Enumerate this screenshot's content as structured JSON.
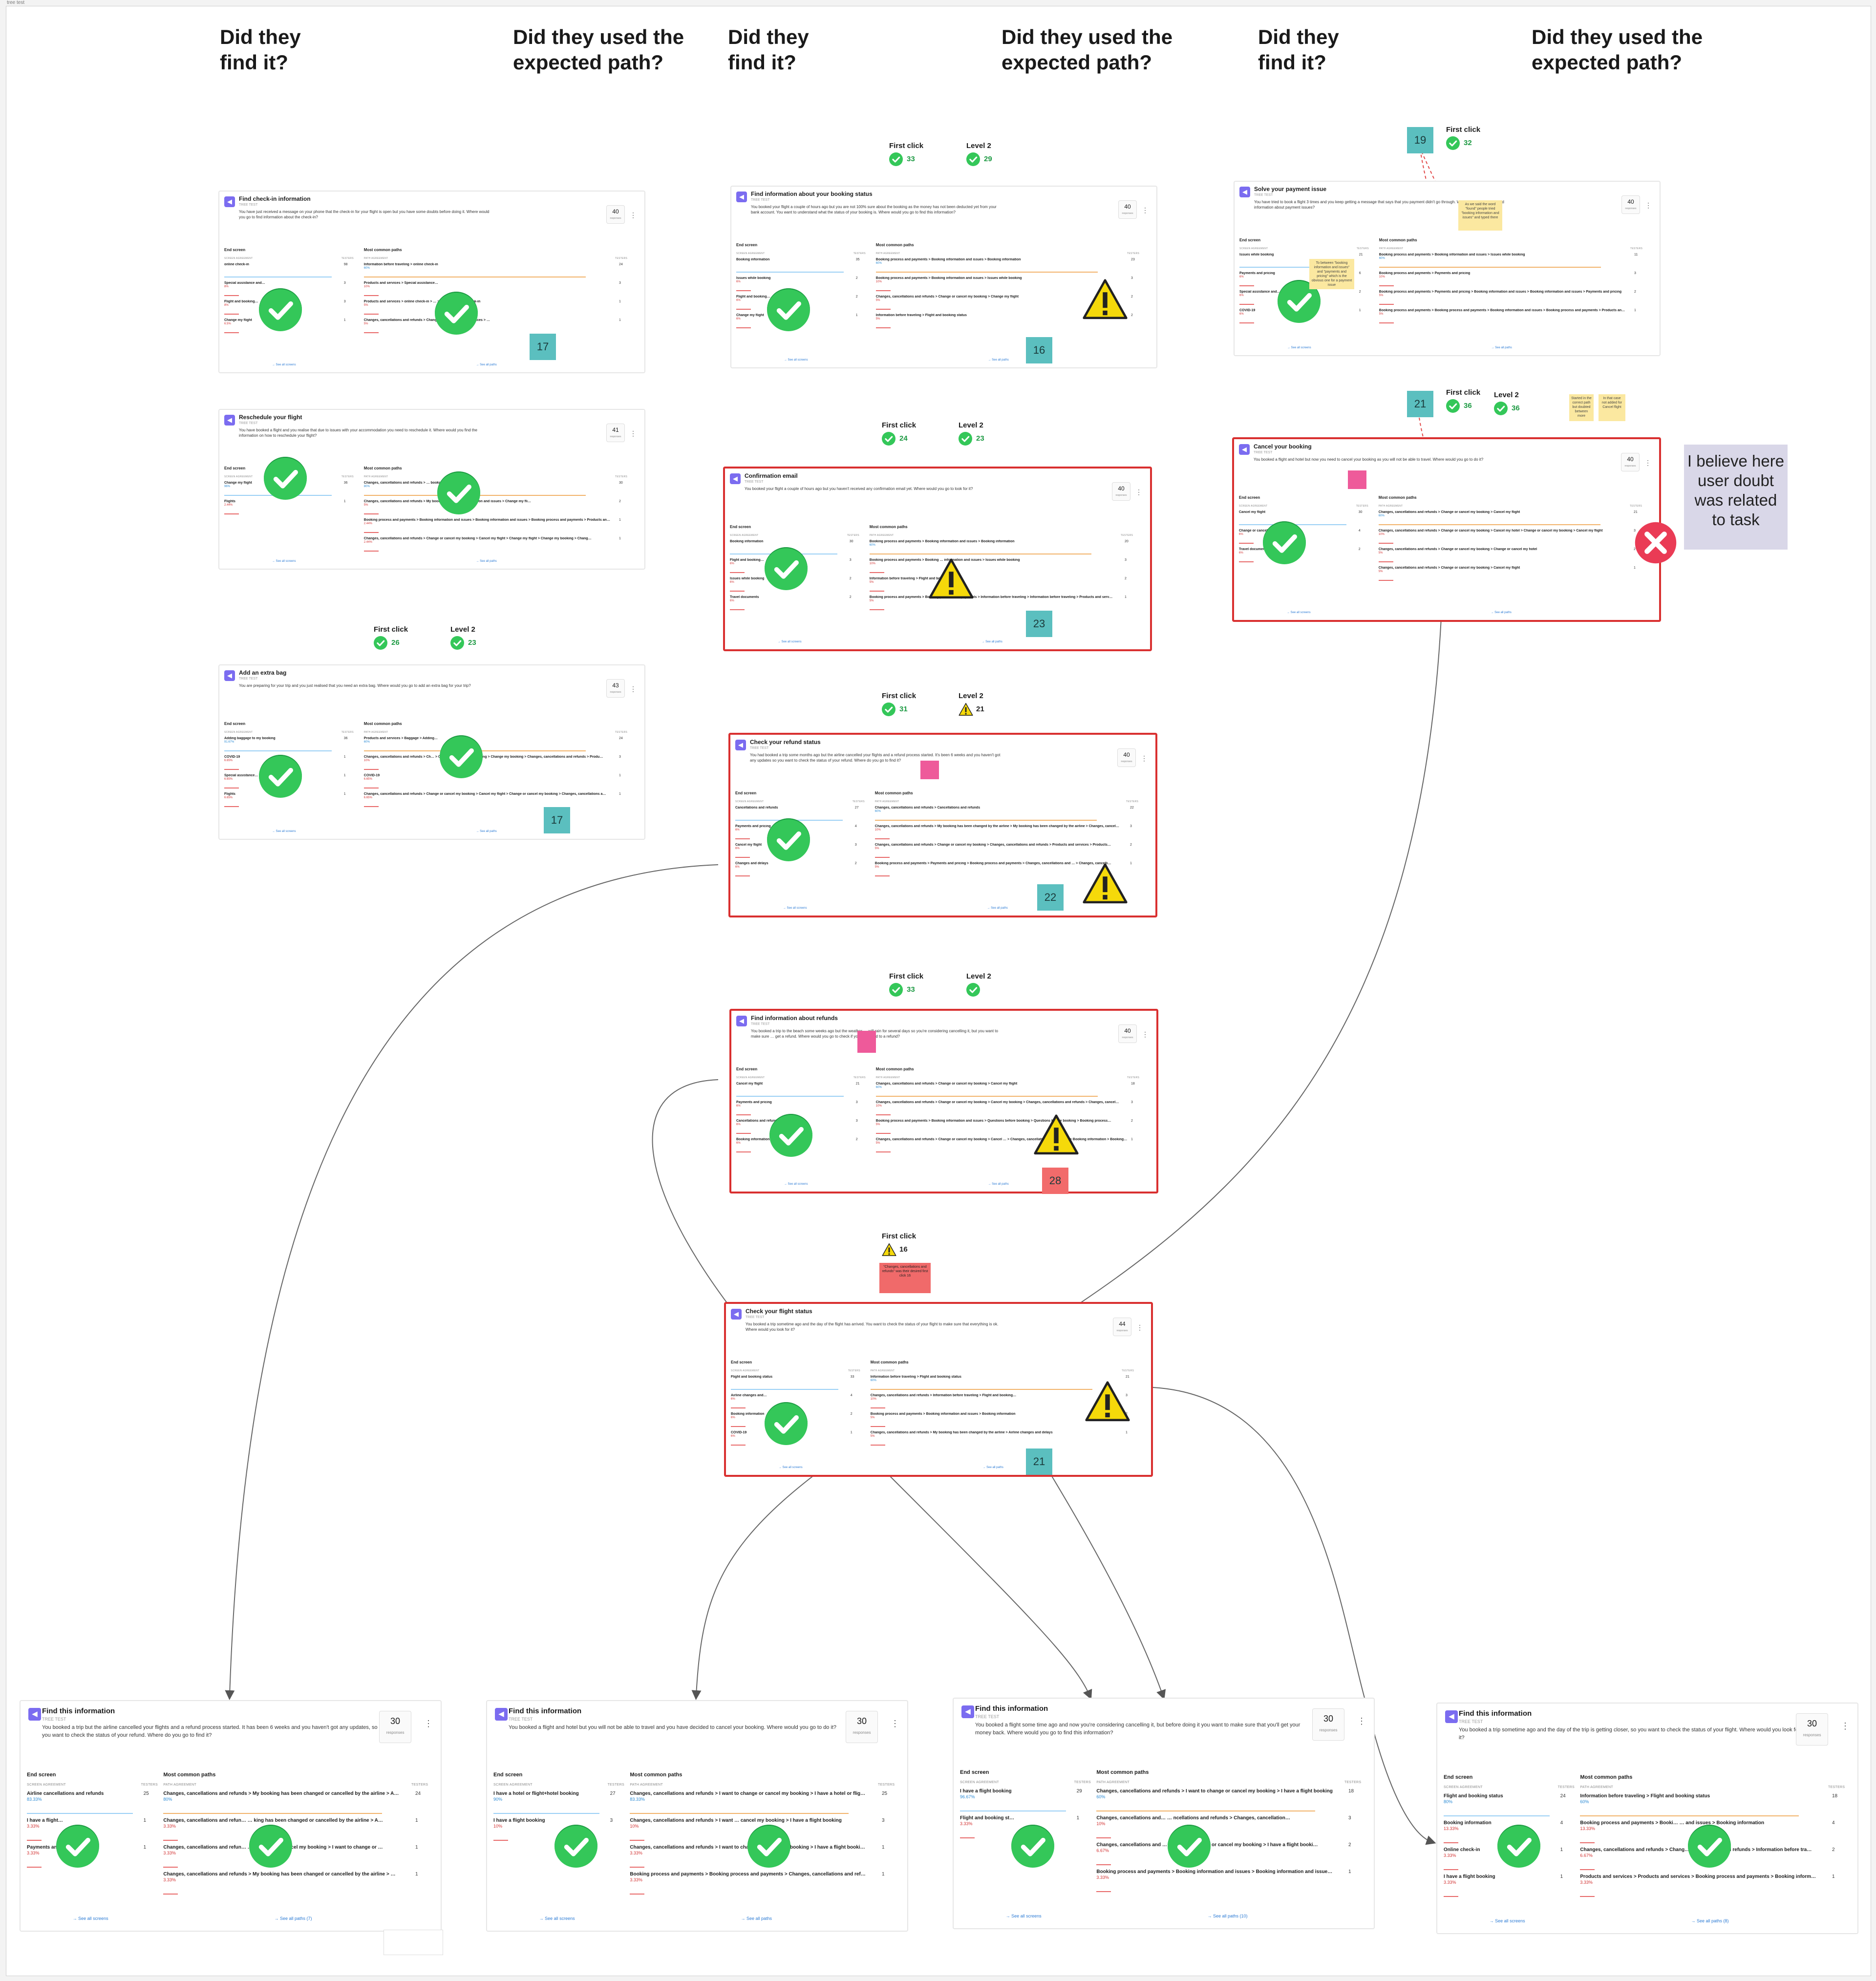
{
  "frame_label": "tree test",
  "headers": {
    "found": "Did they\nfind it?",
    "path": "Did they used the\nexpected path?"
  },
  "labels": {
    "first_click": "First click",
    "level2": "Level 2",
    "end_screen": "End screen",
    "common_paths": "Most common paths",
    "col_screen": "SCREEN AGREEMENT",
    "col_path": "PATH AGREEMENT",
    "col_testers": "TESTERS",
    "responses": "responses",
    "see_all": "See all screens",
    "see_paths": "See all paths",
    "tag": "TREE TEST"
  },
  "cards": [
    {
      "id": "c1",
      "title": "Find check-in information",
      "resp": "40",
      "desc": "You have just received a message on your phone that the check-in for your flight is open but you have some doubts before doing it. Where would you go to find information about the check-in?",
      "screens": [
        [
          "online check-in",
          "",
          "98"
        ],
        [
          "Special assistance and…",
          "8%",
          "3"
        ],
        [
          "Flight and booking…",
          "8%",
          "3"
        ],
        [
          "Change my flight",
          "6.5%",
          "1"
        ]
      ],
      "paths": [
        [
          "Information before traveling > online check-in",
          "60%",
          "24"
        ],
        [
          "Products and services > Special assistance…",
          "10%",
          "3"
        ],
        [
          "Products and services > online check-in > … > Flights > online check-in",
          "5%",
          "1"
        ],
        [
          "Changes, cancellations and refunds > Change… > Products and services > …",
          "5%",
          "1"
        ]
      ],
      "marker": "17"
    },
    {
      "id": "c2",
      "title": "Reschedule your flight",
      "resp": "41",
      "desc": "You have booked a flight and you realise that due to issues with your accommodation you need to reschedule it. Where would you find the information on how to reschedule your flight?",
      "screens": [
        [
          "Change my flight",
          "96%",
          "36"
        ],
        [
          "Flights",
          "2.44%",
          "1"
        ]
      ],
      "paths": [
        [
          "Changes, cancellations and refunds > … booking > Change my flight",
          "80%",
          "30"
        ],
        [
          "Changes, cancellations and refunds > My booking > Booking information and issues > Change my fli…",
          "5%",
          "2"
        ],
        [
          "Booking process and payments > Booking information and issues > Booking information and issues > Booking process and payments > Products an…",
          "2.44%",
          "1"
        ],
        [
          "Changes, cancellations and refunds > Change or cancel my booking > Cancel my flight > Change my flight > Change my booking > Chang…",
          "2.44%",
          "1"
        ]
      ],
      "marker": ""
    },
    {
      "id": "c3",
      "title": "Add an extra bag",
      "resp": "43",
      "desc": "You are preparing for your trip and you just realised that you need an extra bag. Where would you go to add an extra bag for your trip?",
      "screens": [
        [
          "Adding baggage to my booking",
          "91.67%",
          "36"
        ],
        [
          "COVID-19",
          "6.65%",
          "1"
        ],
        [
          "Special assistance…",
          "6.65%",
          "1"
        ],
        [
          "Flights",
          "6.65%",
          "1"
        ]
      ],
      "paths": [
        [
          "Products and services > Baggage > Adding…",
          "60%",
          "24"
        ],
        [
          "Changes, cancellations and refunds > Ch… > Change or cancel my booking > Change my booking > Changes, cancellations and refunds > Produ…",
          "10%",
          "3"
        ],
        [
          "COVID-19",
          "6.65%",
          "1"
        ],
        [
          "Changes, cancellations and refunds > Change or cancel my booking > Cancel my flight > Change or cancel my booking > Changes, cancellations a…",
          "6.65%",
          "1"
        ]
      ],
      "marker": "17"
    },
    {
      "id": "c4",
      "title": "Find information about your booking status",
      "resp": "40",
      "desc": "You booked your flight a couple of hours ago but you are not 100% sure about the booking as the money has not been deducted yet from your bank account. You want to understand what the status of your booking is. Where would you go to find this information?",
      "screens": [
        [
          "Booking information",
          "",
          "35"
        ],
        [
          "Issues while booking",
          "6%",
          "2"
        ],
        [
          "Flight and booking…",
          "6%",
          "2"
        ],
        [
          "Change my flight",
          "6%",
          "1"
        ]
      ],
      "paths": [
        [
          "Booking process and payments > Booking information and issues > Booking information",
          "60%",
          "23"
        ],
        [
          "Booking process and payments > Booking information and issues > Issues while booking",
          "10%",
          "3"
        ],
        [
          "Changes, cancellations and refunds > Change or cancel my booking > Change my flight",
          "5%",
          "2"
        ],
        [
          "Information before traveling > Flight and booking status",
          "5%",
          "2"
        ]
      ],
      "marker": "16"
    },
    {
      "id": "c5",
      "title": "Confirmation email",
      "resp": "40",
      "desc": "You booked your flight a couple of hours ago but you haven't received any confirmation email yet. Where would you go to look for it?",
      "screens": [
        [
          "Booking information",
          "",
          "30"
        ],
        [
          "Flight and booking…",
          "6%",
          "3"
        ],
        [
          "Issues while booking",
          "6%",
          "2"
        ],
        [
          "Travel documents",
          "6%",
          "2"
        ]
      ],
      "paths": [
        [
          "Booking process and payments > Booking information and issues > Booking information",
          "60%",
          "20"
        ],
        [
          "Booking process and payments > Booking … information and issues > Issues while booking",
          "10%",
          "3"
        ],
        [
          "Information before traveling > Flight and booking status",
          "5%",
          "2"
        ],
        [
          "Booking process and payments > Booking process and payments > Information before traveling > Information before traveling > Products and serv…",
          "5%",
          "1"
        ]
      ],
      "marker": "23"
    },
    {
      "id": "c6",
      "title": "Check your refund status",
      "resp": "40",
      "desc": "You had booked a trip some months ago but the airline cancelled your flights and a refund process started. It's been 6 weeks and you haven't got any updates so you want to check the status of your refund. Where do you go to find it?",
      "screens": [
        [
          "Cancellations and refunds",
          "",
          "27"
        ],
        [
          "Payments and pricing",
          "6%",
          "4"
        ],
        [
          "Cancel my flight",
          "6%",
          "3"
        ],
        [
          "Changes and delays",
          "6%",
          "2"
        ]
      ],
      "paths": [
        [
          "Changes, cancellations and refunds > Cancellations and refunds",
          "60%",
          "22"
        ],
        [
          "Changes, cancellations and refunds > My booking has been changed by the airline > My booking has been changed by the airline > Changes, cancel…",
          "10%",
          "3"
        ],
        [
          "Changes, cancellations and refunds > Change or cancel my booking > Changes, cancellations and refunds > Products and services > Products…",
          "5%",
          "2"
        ],
        [
          "Booking process and payments > Payments and pricing > Booking process and payments > Changes, cancellations and … > Changes, cancelli…",
          "5%",
          "1"
        ]
      ],
      "marker": "22"
    },
    {
      "id": "c7",
      "title": "Find information about refunds",
      "resp": "40",
      "desc": "You booked a trip to the beach some weeks ago but the weather … will rain for several days so you're considering cancelling it, but you want to make sure … get a refund. Where would you go to check if you're entitled to a refund?",
      "screens": [
        [
          "Cancel my flight",
          "",
          "21"
        ],
        [
          "Payments and pricing",
          "6%",
          "3"
        ],
        [
          "Cancellations and refunds",
          "6%",
          "3"
        ],
        [
          "Booking information",
          "6%",
          "2"
        ]
      ],
      "paths": [
        [
          "Changes, cancellations and refunds > Change or cancel my booking > Cancel my flight",
          "60%",
          "18"
        ],
        [
          "Changes, cancellations and refunds > Change or cancel my booking > Cancel my booking > Changes, cancellations and refunds > Changes, cancel…",
          "10%",
          "3"
        ],
        [
          "Booking process and payments > Booking information and issues > Questions before booking > Questions before booking > Booking process…",
          "5%",
          "2"
        ],
        [
          "Changes, cancellations and refunds > Change or cancel my booking > Cancel … > Changes, cancellations and refunds > Booking information > Booking…",
          "5%",
          "1"
        ]
      ],
      "marker": "28"
    },
    {
      "id": "c8",
      "title": "Check your flight status",
      "resp": "44",
      "desc": "You booked a trip sometime ago and the day of the flight has arrived. You want to check the status of your flight to make sure that everything is ok. Where would you look for it?",
      "screens": [
        [
          "Flight and booking status",
          "",
          "33"
        ],
        [
          "Airline changes and…",
          "6%",
          "4"
        ],
        [
          "Booking information",
          "6%",
          "2"
        ],
        [
          "COVID-19",
          "6%",
          "1"
        ]
      ],
      "paths": [
        [
          "Information before traveling > Flight and booking status",
          "60%",
          "21"
        ],
        [
          "Changes, cancellations and refunds > Information before traveling > Flight and booking…",
          "10%",
          "3"
        ],
        [
          "Booking process and payments > Booking information and issues > Booking information",
          "5%",
          "2"
        ],
        [
          "Changes, cancellations and refunds > My booking has been changed by the airline > Airline changes and delays",
          "5%",
          "1"
        ]
      ],
      "marker": "21"
    },
    {
      "id": "c9",
      "title": "Solve your payment issue",
      "resp": "40",
      "desc": "You have tried to book a flight 3 times and you keep getting a message that says that you payment didn't go through. Where would you go to find information about payment issues?",
      "screens": [
        [
          "Issues while booking",
          "",
          "21"
        ],
        [
          "Payments and pricing",
          "6%",
          "6"
        ],
        [
          "Special assistance and…",
          "6%",
          "2"
        ],
        [
          "COVID-19",
          "6%",
          "1"
        ]
      ],
      "paths": [
        [
          "Booking process and payments > Booking information and issues > Issues while booking",
          "60%",
          "11"
        ],
        [
          "Booking process and payments > Payments and pricing",
          "10%",
          "3"
        ],
        [
          "Booking process and payments > Payments and pricing > Booking information and issues > Booking information and issues > Payments and pricing",
          "5%",
          "2"
        ],
        [
          "Booking process and payments > Booking process and payments > Booking information and issues > Booking process and payments > Products an…",
          "5%",
          "1"
        ]
      ],
      "marker": ""
    },
    {
      "id": "c10",
      "title": "Cancel your booking",
      "resp": "40",
      "desc": "You booked a flight and hotel but now you need to cancel your booking as you will not be able to travel. Where would you go to do it?",
      "screens": [
        [
          "Cancel my flight",
          "",
          "30"
        ],
        [
          "Change or cancel…",
          "6%",
          "4"
        ],
        [
          "Travel documents",
          "6%",
          "2"
        ]
      ],
      "paths": [
        [
          "Changes, cancellations and refunds > Change or cancel my booking > Cancel my flight",
          "60%",
          "21"
        ],
        [
          "Changes, cancellations and refunds > Change or cancel my booking > Cancel my hotel > Change or cancel my booking > Cancel my flight",
          "10%",
          "3"
        ],
        [
          "Changes, cancellations and refunds > Change or cancel my booking > Change or cancel my hotel",
          "5%",
          "2"
        ],
        [
          "Changes, cancellations and refunds > Change or cancel my booking > Cancel my flight",
          "5%",
          "1"
        ]
      ],
      "marker": ""
    }
  ],
  "big_cards": [
    {
      "id": "b1",
      "title": "Find this information",
      "resp": "30",
      "desc": "You booked a trip but the airline cancelled your flights and a refund process started. It has been 6 weeks and you haven't got any updates, so you want to check the status of your refund. Where do you go to find it?",
      "screens": [
        [
          "Airline cancellations and refunds",
          "83.33%",
          "25"
        ],
        [
          "I have a flight…",
          "3.33%",
          "1"
        ],
        [
          "Payments and…",
          "3.33%",
          "1"
        ]
      ],
      "paths": [
        [
          "Changes, cancellations and refunds > My booking has been changed or cancelled by the airline > A…",
          "80%",
          "24"
        ],
        [
          "Changes, cancellations and refun… … king has been changed or cancelled by the airline > A…",
          "3.33%",
          "1"
        ],
        [
          "Changes, cancellations and refun… … e change or cancel my booking > I want to change or …",
          "3.33%",
          "1"
        ],
        [
          "Changes, cancellations and refunds > My booking has been changed or cancelled by the airline > …",
          "3.33%",
          "1"
        ]
      ],
      "link": "See all paths (7)"
    },
    {
      "id": "b2",
      "title": "Find this information",
      "resp": "30",
      "desc": "You booked a flight and hotel but you will not be able to travel and you have decided to cancel your booking. Where would you go to do it?",
      "screens": [
        [
          "I have a hotel or flight+hotel booking",
          "90%",
          "27"
        ],
        [
          "I have a flight booking",
          "10%",
          "3"
        ]
      ],
      "paths": [
        [
          "Changes, cancellations and refunds > I want to change or cancel my booking > I have a hotel or flig…",
          "83.33%",
          "25"
        ],
        [
          "Changes, cancellations and refunds > I want … cancel my booking > I have a flight booking",
          "10%",
          "3"
        ],
        [
          "Changes, cancellations and refunds > I want to change or cancel my booking > I have a flight booki…",
          "3.33%",
          "1"
        ],
        [
          "Booking process and payments > Booking process and payments > Changes, cancellations and ref…",
          "3.33%",
          "1"
        ]
      ],
      "link": ""
    },
    {
      "id": "b3",
      "title": "Find this information",
      "resp": "30",
      "desc": "You booked a flight some time ago and now you're considering cancelling it, but before doing it you want to make sure that you'll get your money back. Where would you go to find this information?",
      "screens": [
        [
          "I have a flight booking",
          "96.67%",
          "29"
        ],
        [
          "Flight and booking st…",
          "3.33%",
          "1"
        ]
      ],
      "paths": [
        [
          "Changes, cancellations and refunds > I want to change or cancel my booking > I have a flight booking",
          "60%",
          "18"
        ],
        [
          "Changes, cancellations and… … ncellations and refunds > Changes, cancellation…",
          "10%",
          "3"
        ],
        [
          "Changes, cancellations and … … want to change or cancel my booking > I have a flight booki…",
          "6.67%",
          "2"
        ],
        [
          "Booking process and payments > Booking information and issues > Booking information and issue…",
          "3.33%",
          "1"
        ]
      ],
      "link": "See all paths (10)"
    },
    {
      "id": "b4",
      "title": "Find this information",
      "resp": "30",
      "desc": "You booked a trip sometime ago and the day of the trip is getting closer, so you want to check the status of your flight. Where would you look for it?",
      "screens": [
        [
          "Flight and booking status",
          "80%",
          "24"
        ],
        [
          "Booking information",
          "13.33%",
          "4"
        ],
        [
          "Online check-in",
          "3.33%",
          "1"
        ],
        [
          "I have a flight booking",
          "3.33%",
          "1"
        ]
      ],
      "paths": [
        [
          "Information before traveling > Flight and booking status",
          "60%",
          "18"
        ],
        [
          "Booking process and payments > Booki… … and issues > Booking information",
          "13.33%",
          "4"
        ],
        [
          "Changes, cancellations and refunds > Chang… …ncellations and refunds > Information before tra…",
          "6.67%",
          "2"
        ],
        [
          "Products and services > Products and services > Booking process and payments > Booking inform…",
          "3.33%",
          "1"
        ]
      ],
      "link": "See all paths (8)"
    }
  ],
  "metrics": [
    {
      "id": "m1",
      "fc": "33",
      "l2": "29"
    },
    {
      "id": "m2",
      "fc": "24",
      "l2": "23"
    },
    {
      "id": "m3",
      "fc": "26",
      "l2": "23"
    },
    {
      "id": "m4",
      "fc": "31",
      "l2": "21"
    },
    {
      "id": "m5",
      "fc": "33",
      "l2": ""
    },
    {
      "id": "m6",
      "fc": "16",
      "l2": ""
    },
    {
      "id": "m7",
      "fc": "32",
      "l2": ""
    },
    {
      "id": "m8",
      "fc": "36",
      "l2": "36"
    }
  ],
  "markers": {
    "r1": "19",
    "r2": "21"
  },
  "notes": {
    "belief": "I believe here user doubt was related to task",
    "salmon": "\"Changes, cancellations and refunds\" was their desired first click 16",
    "y1": "As we said the word \"found\" people tried \"booking information and issues\" and typed there",
    "y2": "To between \"booking information and issues\" and \"payments and pricing\" which is the obvious one for a payment issue",
    "y3": "Started in the correct path but doubted between more",
    "y4": "In that case not added for Cancel flight"
  },
  "colors": {
    "check": "#34c759",
    "warn": "#f5d90a",
    "flag": "#d93030",
    "marker": "#5bbfbf",
    "marker_red": "#f26b6b"
  }
}
